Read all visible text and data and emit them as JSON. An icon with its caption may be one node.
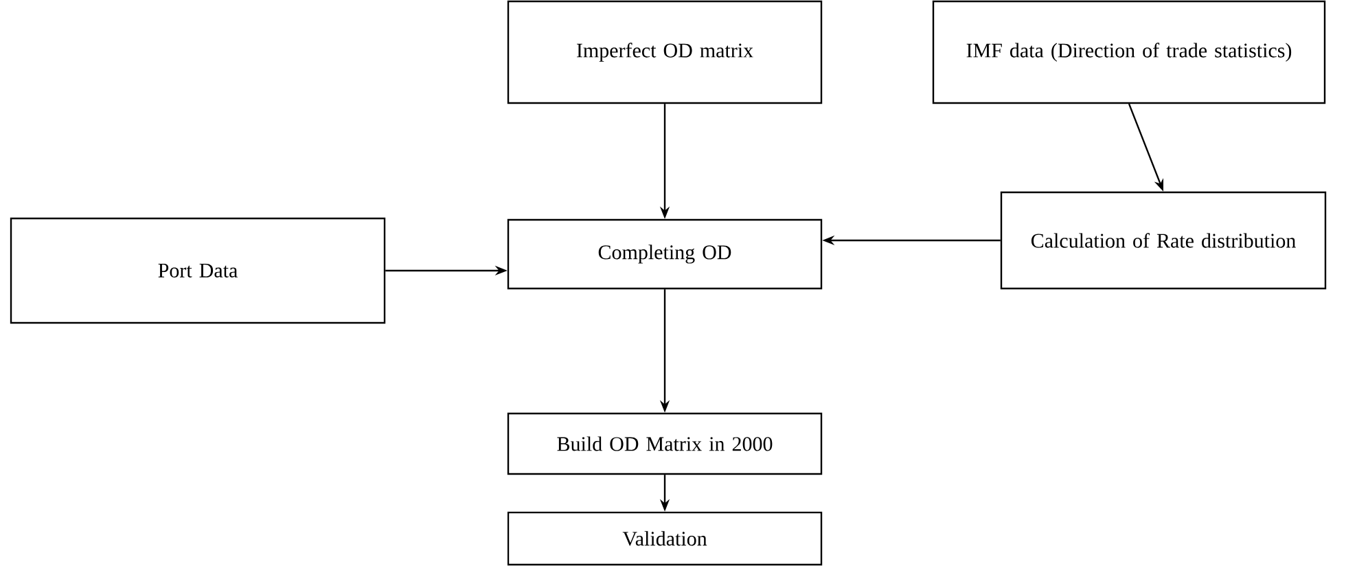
{
  "diagram": {
    "nodes": [
      {
        "text": [
          "Imperfect OD matrix"
        ]
      },
      {
        "text": [
          "IMF data (Direction of trade statistics)"
        ]
      },
      {
        "text": [
          "Port Data"
        ]
      },
      {
        "text": [
          "Completing OD"
        ]
      },
      {
        "text": [
          "Calculation of Rate distribution"
        ]
      },
      {
        "text": [
          "Build OD Matrix in 2000"
        ]
      },
      {
        "text": [
          "Validation"
        ]
      }
    ],
    "edges": [
      {
        "from": 0,
        "to": 3,
        "arrow": "to"
      },
      {
        "from": 1,
        "to": 4,
        "arrow": "to"
      },
      {
        "from": 2,
        "to": 3,
        "arrow": "to"
      },
      {
        "from": 4,
        "to": 3,
        "arrow": "to"
      },
      {
        "from": 3,
        "to": 5,
        "arrow": "to"
      },
      {
        "from": 5,
        "to": 6,
        "arrow": "to"
      }
    ]
  }
}
